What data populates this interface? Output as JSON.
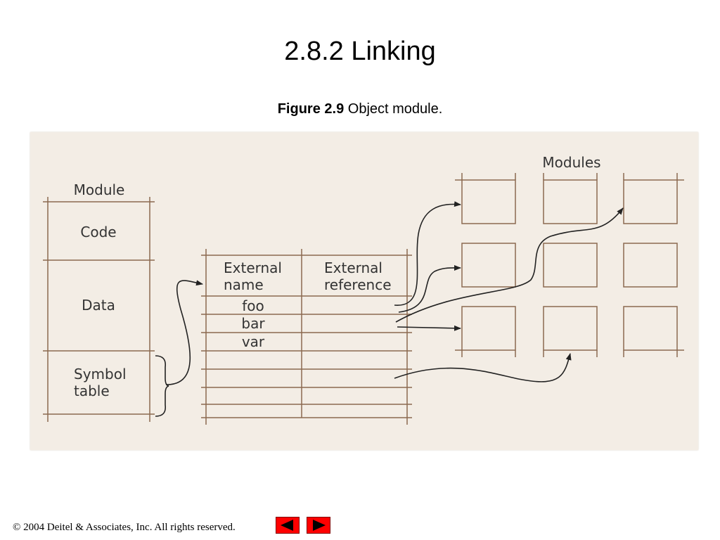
{
  "slide": {
    "title": "2.8.2 Linking",
    "caption_label": "Figure 2.9",
    "caption_text": "Object module."
  },
  "diagram": {
    "module_heading": "Module",
    "module_sections": [
      "Code",
      "Data",
      "Symbol",
      "table"
    ],
    "table_headers": {
      "col1_line1": "External",
      "col1_line2": "name",
      "col2_line1": "External",
      "col2_line2": "reference"
    },
    "table_rows": [
      "foo",
      "bar",
      "var"
    ],
    "modules_heading": "Modules"
  },
  "footer": {
    "copyright": "© 2004 Deitel & Associates, Inc.  All rights reserved."
  },
  "nav": {
    "prev_icon": "left-arrow-icon",
    "next_icon": "right-arrow-icon",
    "button_color": "#ff0000"
  }
}
